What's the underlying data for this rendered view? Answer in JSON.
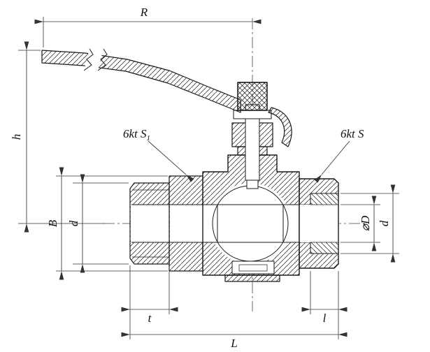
{
  "drawing": {
    "colors": {
      "background": "#ffffff",
      "line": "#1a1a1a",
      "dimension": "#333333"
    },
    "dims": {
      "R": "R",
      "h": "h",
      "B": "B",
      "d_left": "d",
      "phiD": "⌀D",
      "d_right": "d",
      "t": "t",
      "l": "l",
      "L": "L"
    },
    "callouts": {
      "left_main": "6kt S",
      "left_sub": "1",
      "right": "6kt S"
    }
  }
}
